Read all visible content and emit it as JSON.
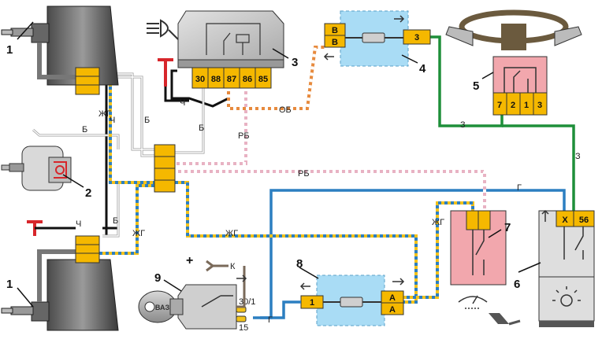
{
  "component_numbers": {
    "lamp_top": "1",
    "lamp_bottom": "1",
    "motor": "2",
    "relay": "3",
    "fuse_upper": "4",
    "steering_switch": "5",
    "light_switch": "6",
    "wiper_switch": "7",
    "fuse_lower": "8",
    "ignition": "9"
  },
  "relay_pins": [
    "30",
    "88",
    "87",
    "86",
    "85"
  ],
  "switch5_pins": [
    "7",
    "2",
    "1",
    "3"
  ],
  "switch6_pins": [
    "X",
    "56"
  ],
  "fuse_upper": {
    "left_pin_top": "B",
    "left_pin_bottom": "B",
    "right_pin": "3"
  },
  "fuse_lower": {
    "left_pin": "1",
    "right_pin_top": "A",
    "right_pin_bottom": "A"
  },
  "ignition_terminals": {
    "t1": "30/1",
    "t2": "15"
  },
  "ignition_key_label": "ВАЗ",
  "wire_labels": {
    "ch_top": "Ч",
    "zhg_top": "ЖГ",
    "b_top1": "Б",
    "b_top2": "Б",
    "b_relay": "Б",
    "b_mid": "Б",
    "ob": "ОБ",
    "rb_relay": "РБ",
    "rb_long": "РБ",
    "z_left": "З",
    "z_right": "З",
    "g_long": "Г",
    "g_ign": "Г",
    "zhg_bottom": "ЖГ",
    "zhg_mid": "ЖГ",
    "zhg_right": "ЖГ",
    "ch_relay": "Ч",
    "ch_bottom": "Ч",
    "k": "К",
    "plus": "+"
  },
  "colors": {
    "relay_fill": "#c8c8c8",
    "connector_fill": "#f5b800",
    "fuse_bg": "#a9dcf5",
    "switch_pink": "#f2a7ad",
    "switch_gray": "#dedede",
    "wire_green": "#1e8f3a",
    "wire_blue": "#2c7fc1",
    "wire_black": "#111111",
    "wire_yellow": "#f3c21a",
    "wire_pink": "#e8b2c3",
    "wire_orange": "#e78a3d",
    "ground_red": "#d7262b"
  }
}
